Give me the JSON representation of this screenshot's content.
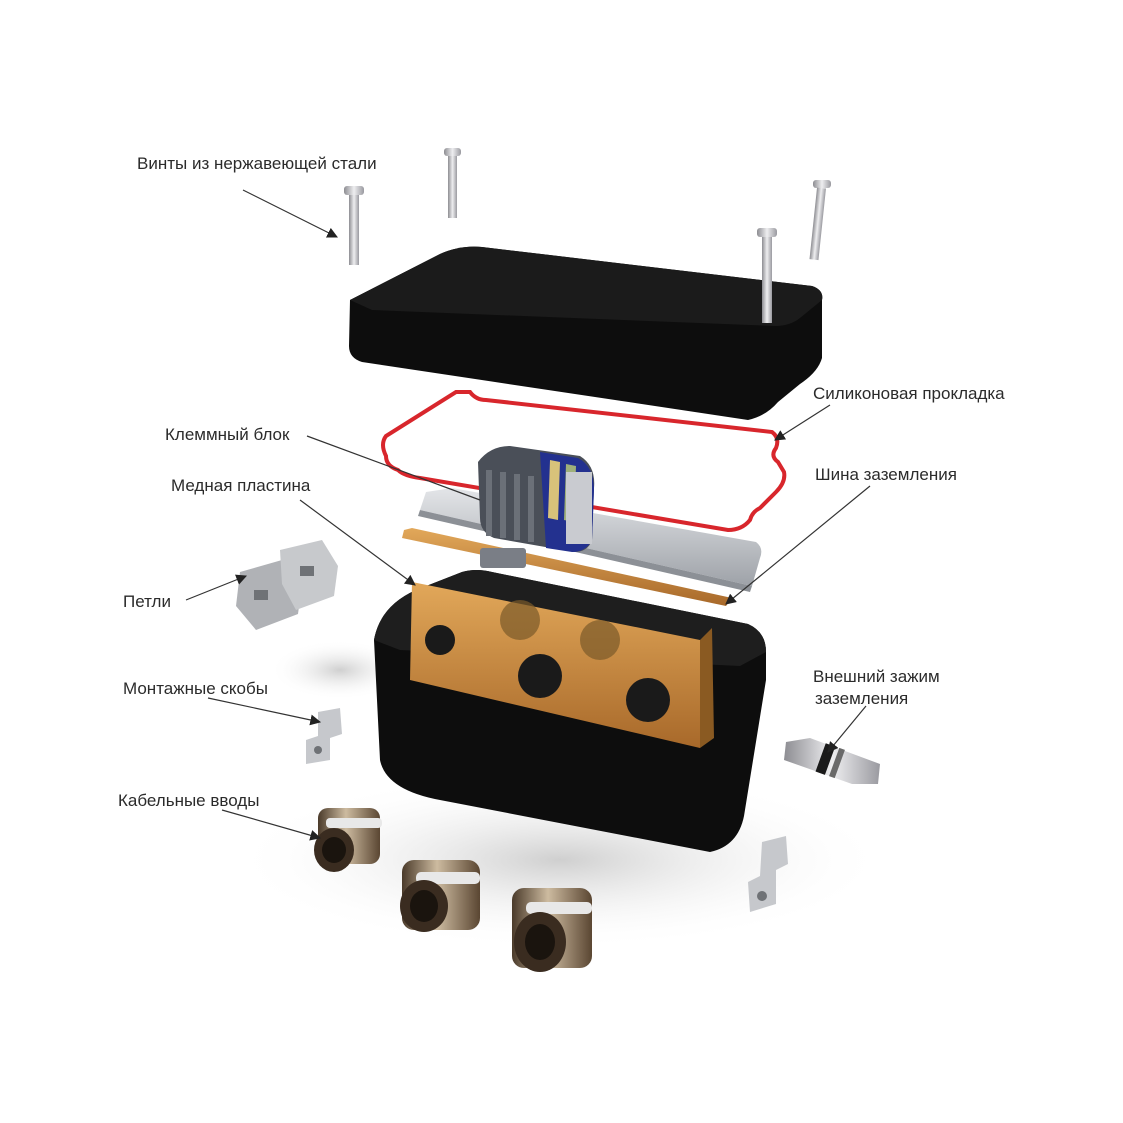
{
  "labels": {
    "screws": "Винты из нержавеющей стали",
    "gasket": "Силиконовая прокладка",
    "terminal_block": "Клеммный блок",
    "copper_plate": "Медная пластина",
    "ground_bus": "Шина заземления",
    "hinges": "Петли",
    "ext_ground_line1": "Внешний зажим",
    "ext_ground_line2": "заземления",
    "brackets": "Монтажные скобы",
    "cable_glands": "Кабельные вводы"
  },
  "colors": {
    "enclosure": "#0d0d0d",
    "gasket": "#d8262c",
    "copper": "#c98a3a",
    "rail": "#b9bcc0",
    "terminal": "#4a4f58",
    "metal": "#c8c8cc"
  }
}
